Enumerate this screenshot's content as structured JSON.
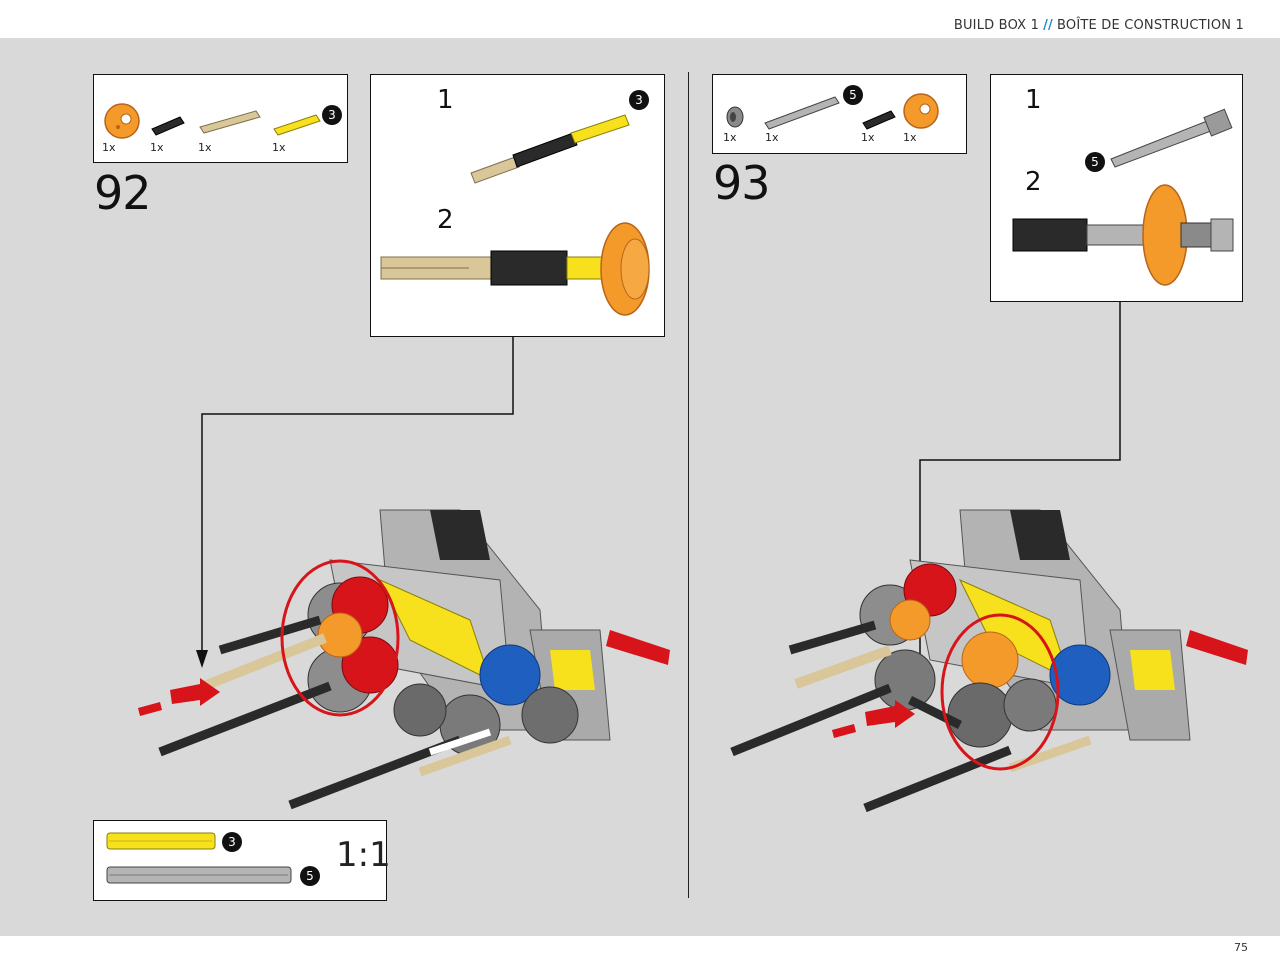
{
  "header": {
    "title_en": "BUILD BOX 1",
    "separator": "//",
    "title_fr": "BOÎTE DE CONSTRUCTION 1"
  },
  "footer": {
    "page_number": "75"
  },
  "step92": {
    "number": "92",
    "parts": [
      {
        "qty": "1x",
        "part": "orange-cam-icon"
      },
      {
        "qty": "1x",
        "part": "black-connector-icon"
      },
      {
        "qty": "1x",
        "part": "tan-axle-icon"
      },
      {
        "qty": "1x",
        "part": "yellow-axle-icon"
      }
    ],
    "parts_badge": "3",
    "callout": {
      "sub1": "1",
      "sub2": "2",
      "badge": "3"
    }
  },
  "step93": {
    "number": "93",
    "parts": [
      {
        "qty": "1x",
        "part": "gray-bush-icon"
      },
      {
        "qty": "1x",
        "part": "gray-axle-icon"
      },
      {
        "qty": "1x",
        "part": "black-connector-icon"
      },
      {
        "qty": "1x",
        "part": "orange-cam-icon"
      }
    ],
    "parts_badge": "5",
    "callout": {
      "sub1": "1",
      "sub2": "2",
      "badge": "5"
    }
  },
  "scale_box": {
    "label": "1:1",
    "yellow_badge": "3",
    "gray_badge": "5"
  },
  "colors": {
    "header_accent": "#1a8fd0",
    "background": "#d9d9d9",
    "highlight": "#d8141b",
    "orange": "#f39a2a",
    "yellow": "#f7e11c",
    "tan": "#d9c79a"
  }
}
